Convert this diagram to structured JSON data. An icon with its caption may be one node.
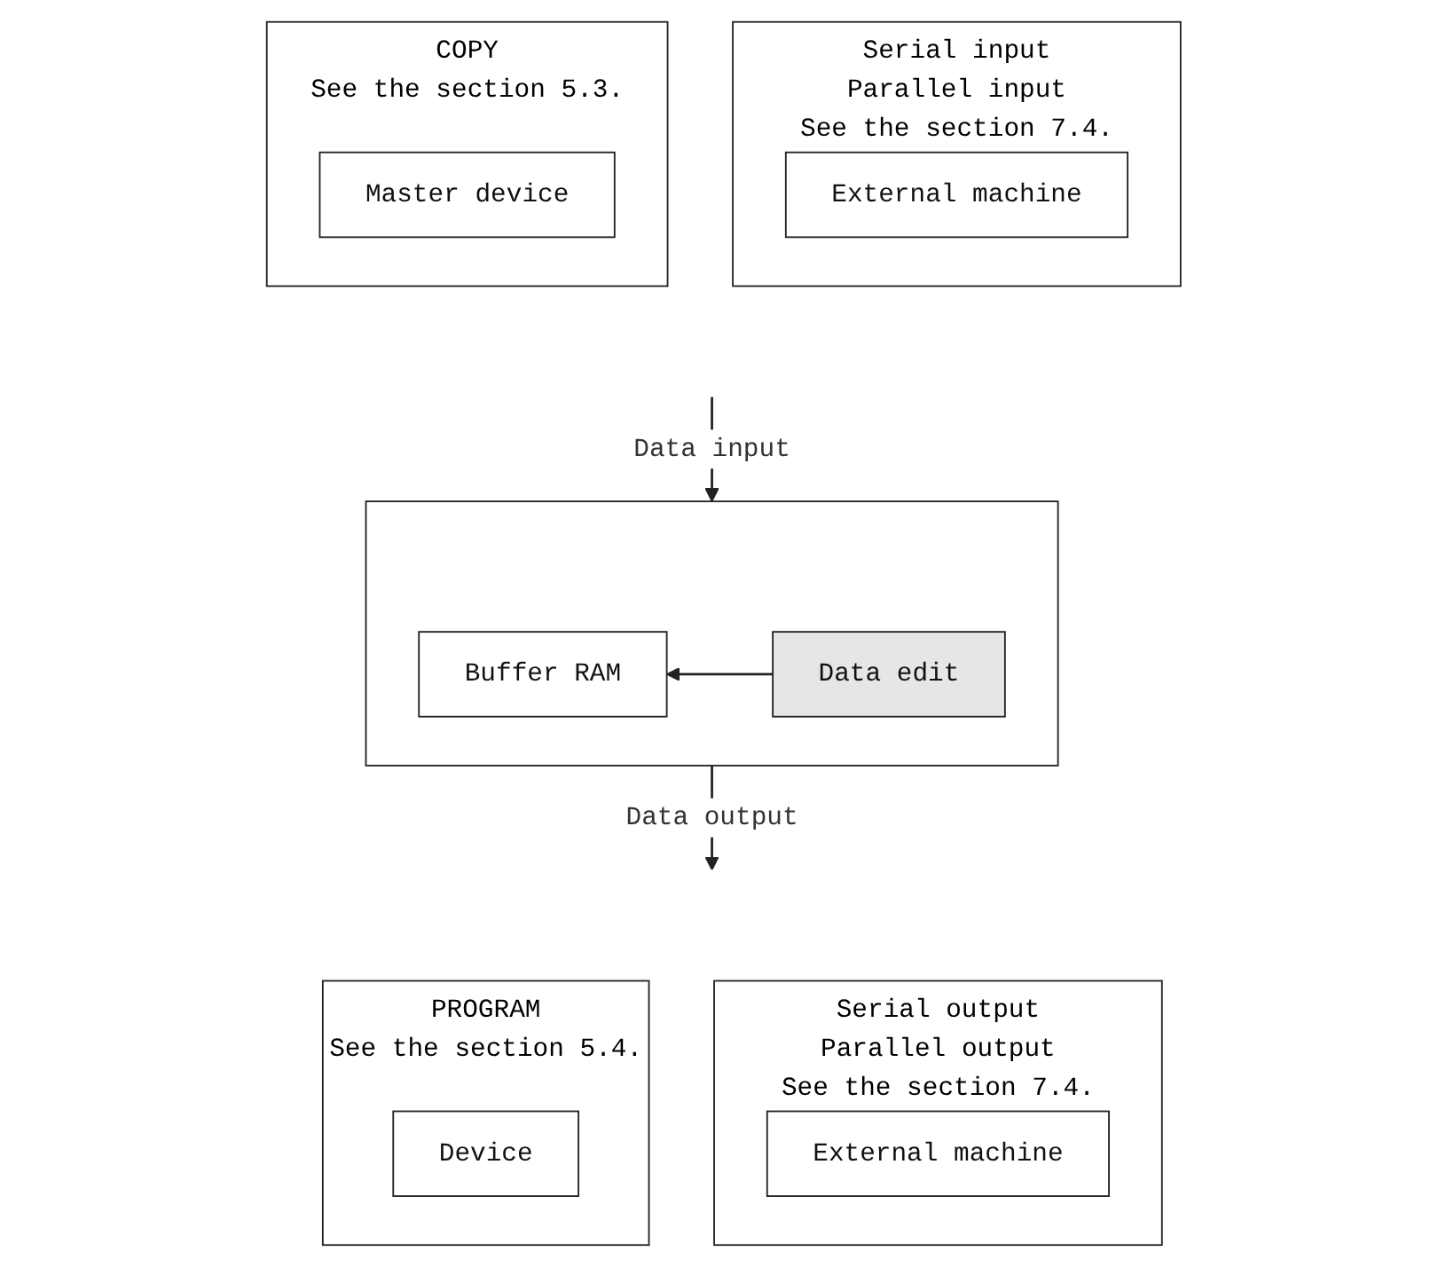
{
  "diagram": {
    "nodes": [
      {
        "text": [
          "COPY",
          "See the section 5.3."
        ]
      },
      {
        "text": [
          "Master device"
        ],
        "in": 0
      },
      {
        "text": [
          "Serial input",
          "Parallel input",
          "See the section 7.4."
        ]
      },
      {
        "text": [
          "External machine"
        ],
        "in": 2
      },
      {
        "text": [],
        "shape": "box"
      },
      {
        "text": [
          "Buffer RAM"
        ],
        "in": 4
      },
      {
        "text": [
          "Data edit"
        ],
        "in": 4
      },
      {
        "text": [
          "PROGRAM",
          "See the section 5.4."
        ]
      },
      {
        "text": [
          "Device"
        ],
        "in": 7
      },
      {
        "text": [
          "Serial output",
          "Parallel output",
          "See the section 7.4."
        ]
      },
      {
        "text": [
          "External machine"
        ],
        "in": 9
      }
    ],
    "edges": [
      {
        "from": null,
        "to": 4,
        "arrow": "to",
        "label": "Data input"
      },
      {
        "from": 6,
        "to": 5,
        "arrow": "to"
      },
      {
        "from": 4,
        "to": null,
        "arrow": "to",
        "label": "Data output"
      }
    ]
  }
}
